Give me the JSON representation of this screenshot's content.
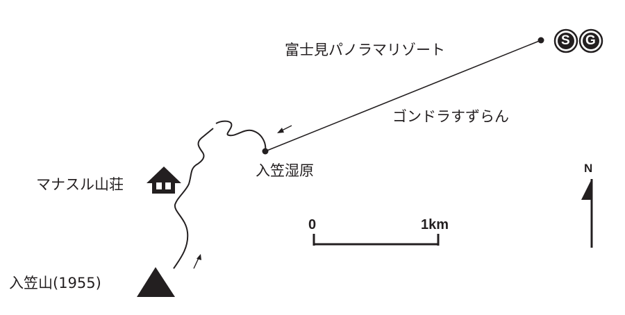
{
  "labels": {
    "resort": "富士見パノラマリゾート",
    "gondola": "ゴンドラすずらん",
    "marsh": "入笠湿原",
    "hut": "マナスル山荘",
    "peak": "入笠山(1955)",
    "start_goal_s": "S",
    "start_goal_g": "G"
  },
  "scale": {
    "zero": "0",
    "end": "1km"
  },
  "north": "N",
  "colors": {
    "ink": "#231f20",
    "background": "#ffffff"
  }
}
